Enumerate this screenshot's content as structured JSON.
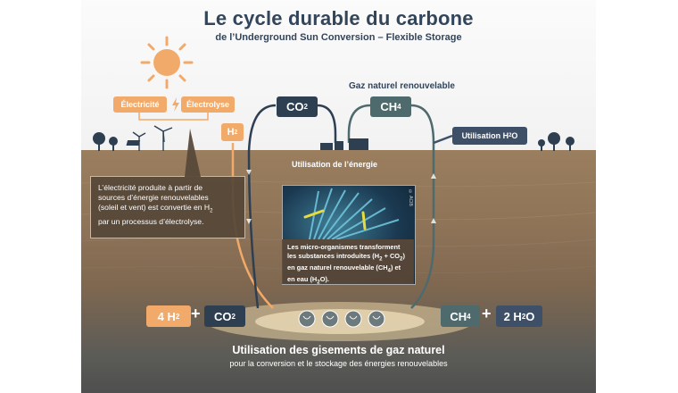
{
  "title": "Le cycle durable du carbone",
  "subtitle": "de l’Underground Sun Conversion – Flexible Storage",
  "labels": {
    "electricite": "Électricité",
    "electrolyse": "Électrolyse",
    "gaz_naturel": "Gaz naturel renouvelable",
    "utilisation_energie": "Utilisation de l’énergie",
    "utilisation_h2o": "Utilisation H",
    "gisements_title": "Utilisation des gisements de gaz naturel",
    "gisements_sub": "pour la conversion et le stockage des énergies renouvelables",
    "photo_credit": "© ACIB"
  },
  "molecules": {
    "h2": "H",
    "co2": "CO",
    "ch4": "CH",
    "h2_bottom": "4 H",
    "co2_bottom": "CO",
    "ch4_bottom": "CH",
    "h2o_bottom": "2 H",
    "plus": "+"
  },
  "explanations": {
    "left_line1": "L’électricité produite à partir de",
    "left_line2": "sources d’énergie renouvelables",
    "left_line3": "(soleil et vent) est convertie en H",
    "left_line4": "par un processus d’électrolyse.",
    "micro_line1": "Les micro-organismes transforment",
    "micro_line2": "les substances introduites (H",
    "micro_line3": "en gaz naturel renouvelable (CH",
    "micro_line4": "en eau (H"
  },
  "subscripts": {
    "two": "2",
    "four": "4"
  },
  "colors": {
    "title": "#33455a",
    "orange": "#f2aa6a",
    "dark": "#2f3f52",
    "slate": "#4e6a6c",
    "ground": "#8f7458"
  }
}
